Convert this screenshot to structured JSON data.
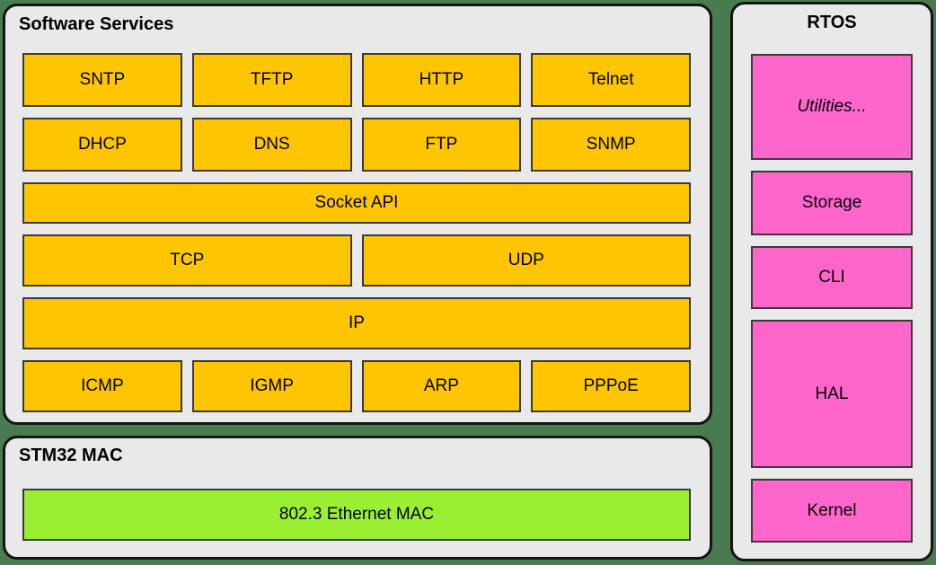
{
  "colors": {
    "background": "#4A7A50",
    "panel_bg": "#E9E9E9",
    "panel_border": "#141414",
    "service_box_fill": "#FFC600",
    "service_box_border": "#3A3A3A",
    "rtos_box_fill": "#FF66CC",
    "mac_box_fill": "#9BEF33",
    "text": "#000000"
  },
  "software_services": {
    "title": "Software Services",
    "app_row1": [
      "SNTP",
      "TFTP",
      "HTTP",
      "Telnet"
    ],
    "app_row2": [
      "DHCP",
      "DNS",
      "FTP",
      "SNMP"
    ],
    "socket_api": "Socket API",
    "transport": [
      "TCP",
      "UDP"
    ],
    "network": "IP",
    "link_row": [
      "ICMP",
      "IGMP",
      "ARP",
      "PPPoE"
    ]
  },
  "stm32_mac": {
    "title": "STM32 MAC",
    "box": "802.3 Ethernet MAC"
  },
  "rtos": {
    "title": "RTOS",
    "boxes": [
      {
        "label": "Utilities..."
      },
      {
        "label": "Storage"
      },
      {
        "label": "CLI"
      },
      {
        "label": "HAL"
      },
      {
        "label": "Kernel"
      }
    ]
  }
}
